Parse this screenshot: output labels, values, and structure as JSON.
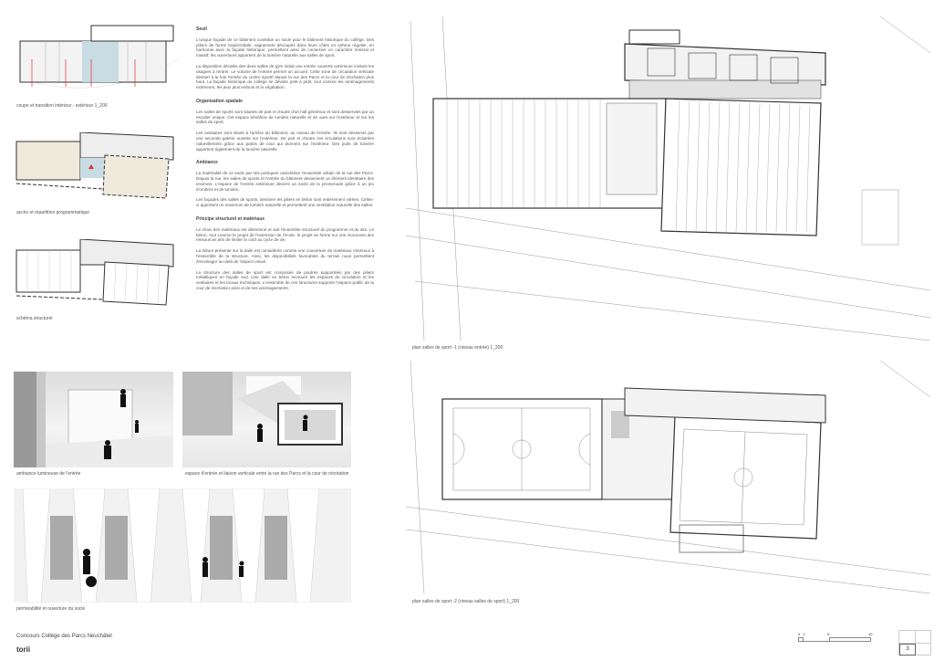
{
  "captions": {
    "diagram1": "coupe et transition intérieur - extérieur 1_200",
    "diagram2": "accès et répartition programmatique",
    "diagram3": "schéma structurel",
    "render1": "ambiance lumineuse de l'entrée",
    "render2": "espace d'entrée et liaison verticale entre la rue des Parcs et la cour de récréation",
    "render3": "perméabilité et ouverture du socle",
    "plan1": "plan salles de sport -1 (niveau entrée) 1_200",
    "plan2": "plan salles de sport -2 (niveau salles de sport) 1_200"
  },
  "text": {
    "sections": [
      {
        "heading": "Seuil",
        "paragraphs": [
          "L'unique façade de ce bâtiment constitue un socle pour le bâtiment historique du collège. Des piliers de forme trapézoïdale, vaguement découpés dans leurs côtés en rythme régulier, en harmonie avec la façade historique, permettent ainsi de conserver un caractère minéral et massif; les ouvertures apportent de la lumière naturelle aux salles de sport.",
          "La disposition décalée des deux salles de gym induit une entrée couverte extérieure invitant les usagers à rentrer. Le volume de l'entrée permet un accueil. Cette zone de circulation verticale dessert à la fois l'entrée du centre sportif depuis la rue des Parcs et la cour de récréation plus haut. La façade historique du collège se dévoile petit à petit, tout comme les aménagements extérieurs, les jeux plus enfouis et la végétation."
        ]
      },
      {
        "heading": "Organisation spatiale",
        "paragraphs": [
          "Les salles de sports sont situées de part et d'autre d'un hall généreux et sont desservies par un escalier unique. Cet espace bénéficie de lumière naturelle et de vues sur l'extérieur et sur les salles de sport.",
          "Les vestiaires sont situés à l'arrière du bâtiment, au niveau de l'entrée. Ils sont desservis par une seconde galerie ouverte sur l'extérieur. De part et d'autre, les circulations sont éclairées naturellement grâce aux patios de cour qui donnent sur l'extérieur. Des puits de lumière apportent également de la lumière naturelle."
        ]
      },
      {
        "heading": "Ambiance",
        "paragraphs": [
          "La matérialité de ce socle par ses portiques caractérise l'ensemble urbain de la rue des Parcs. Depuis la rue, les salles de sports et l'entrée du bâtiment deviennent un élément identitaire des environs. L'espace de l'entrée extérieure devient un socle de la promenade grâce à un jeu d'ombres et de lumière.",
          "Les façades des salles de sports, dessiner les piliers en béton sont entièrement vitrées. Celles-ci apportent un maximum de lumière naturelle et permettent une ventilation naturelle des salles."
        ]
      },
      {
        "heading": "Principe structurel et matériaux",
        "paragraphs": [
          "Le choix des matériaux est déterminé et suit l'ensemble structurel du programme et du site. Le béton, tout comme le projet de l'extension de l'école, le projet se forme sur une économie des ressources afin de limiter le coût au cycle de vie.",
          "La toiture présente sur la dalle est considérée comme une couverture de matériaux minéraux à l'ensemble de la structure. Ainsi, les disponibilités favorables du terrain nous permettent d'envisager au-delà de l'aspect visuel.",
          "La structure des salles de sport est composée de poutres supportées par des piliers métalliques en façade sud. Une dalle en béton recouvre les espaces de circulation et les vestiaires et les locaux techniques. L'ensemble de ces structures supporte l'espace public de la cour de récréation ainsi et de ses aménagements."
        ]
      }
    ]
  },
  "footer": {
    "title": "Concours Collège des Parcs Neuchâtel",
    "brand": "torii",
    "scale_labels": [
      "0",
      "1",
      "5",
      "10"
    ],
    "page_number": "3"
  },
  "colors": {
    "accent": "#e03030",
    "circulation": "#c9dbe3",
    "program": "#efeadb"
  }
}
